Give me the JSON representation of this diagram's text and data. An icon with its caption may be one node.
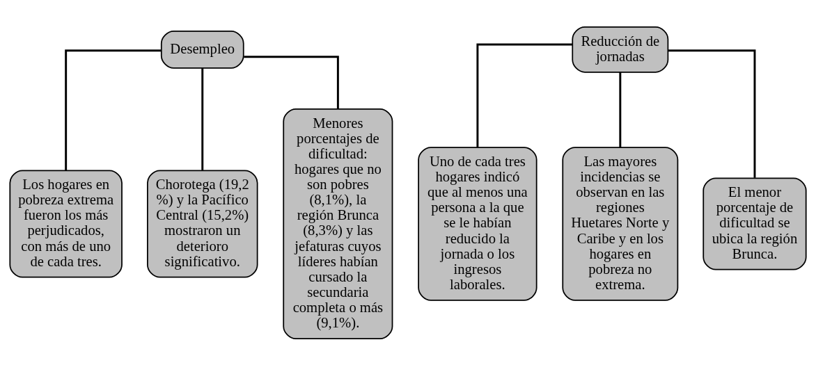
{
  "diagram": {
    "nodes": [
      {
        "text": [
          "Desempleo"
        ]
      },
      {
        "text": [
          "Los hogares en pobreza extrema fueron los más perjudicados, con más de uno de cada tres."
        ]
      },
      {
        "text": [
          "Chorotega (19,2 %) y la Pacífico Central (15,2%) mostraron un deterioro significativo."
        ]
      },
      {
        "text": [
          "Menores porcentajes de dificultad: hogares que no son pobres (8,1%), la región Brunca (8,3%) y las jefaturas cuyos líderes habían cursado la secundaria completa o más (9,1%)."
        ]
      },
      {
        "text": [
          "Reducción de jornadas"
        ]
      },
      {
        "text": [
          "Uno de cada tres hogares indicó que al menos una persona a la que se le habían reducido la jornada o los ingresos laborales."
        ]
      },
      {
        "text": [
          "Las mayores incidencias se observan en las regiones Huetares Norte y Caribe y en los hogares en pobreza no extrema."
        ]
      },
      {
        "text": [
          "El menor porcentaje de dificultad se ubica la región Brunca."
        ]
      }
    ],
    "edges": [
      {
        "from": 0,
        "to": 1,
        "arrow": "none"
      },
      {
        "from": 0,
        "to": 2,
        "arrow": "none"
      },
      {
        "from": 0,
        "to": 3,
        "arrow": "none"
      },
      {
        "from": 4,
        "to": 5,
        "arrow": "none"
      },
      {
        "from": 4,
        "to": 6,
        "arrow": "none"
      },
      {
        "from": 4,
        "to": 7,
        "arrow": "none"
      }
    ]
  }
}
